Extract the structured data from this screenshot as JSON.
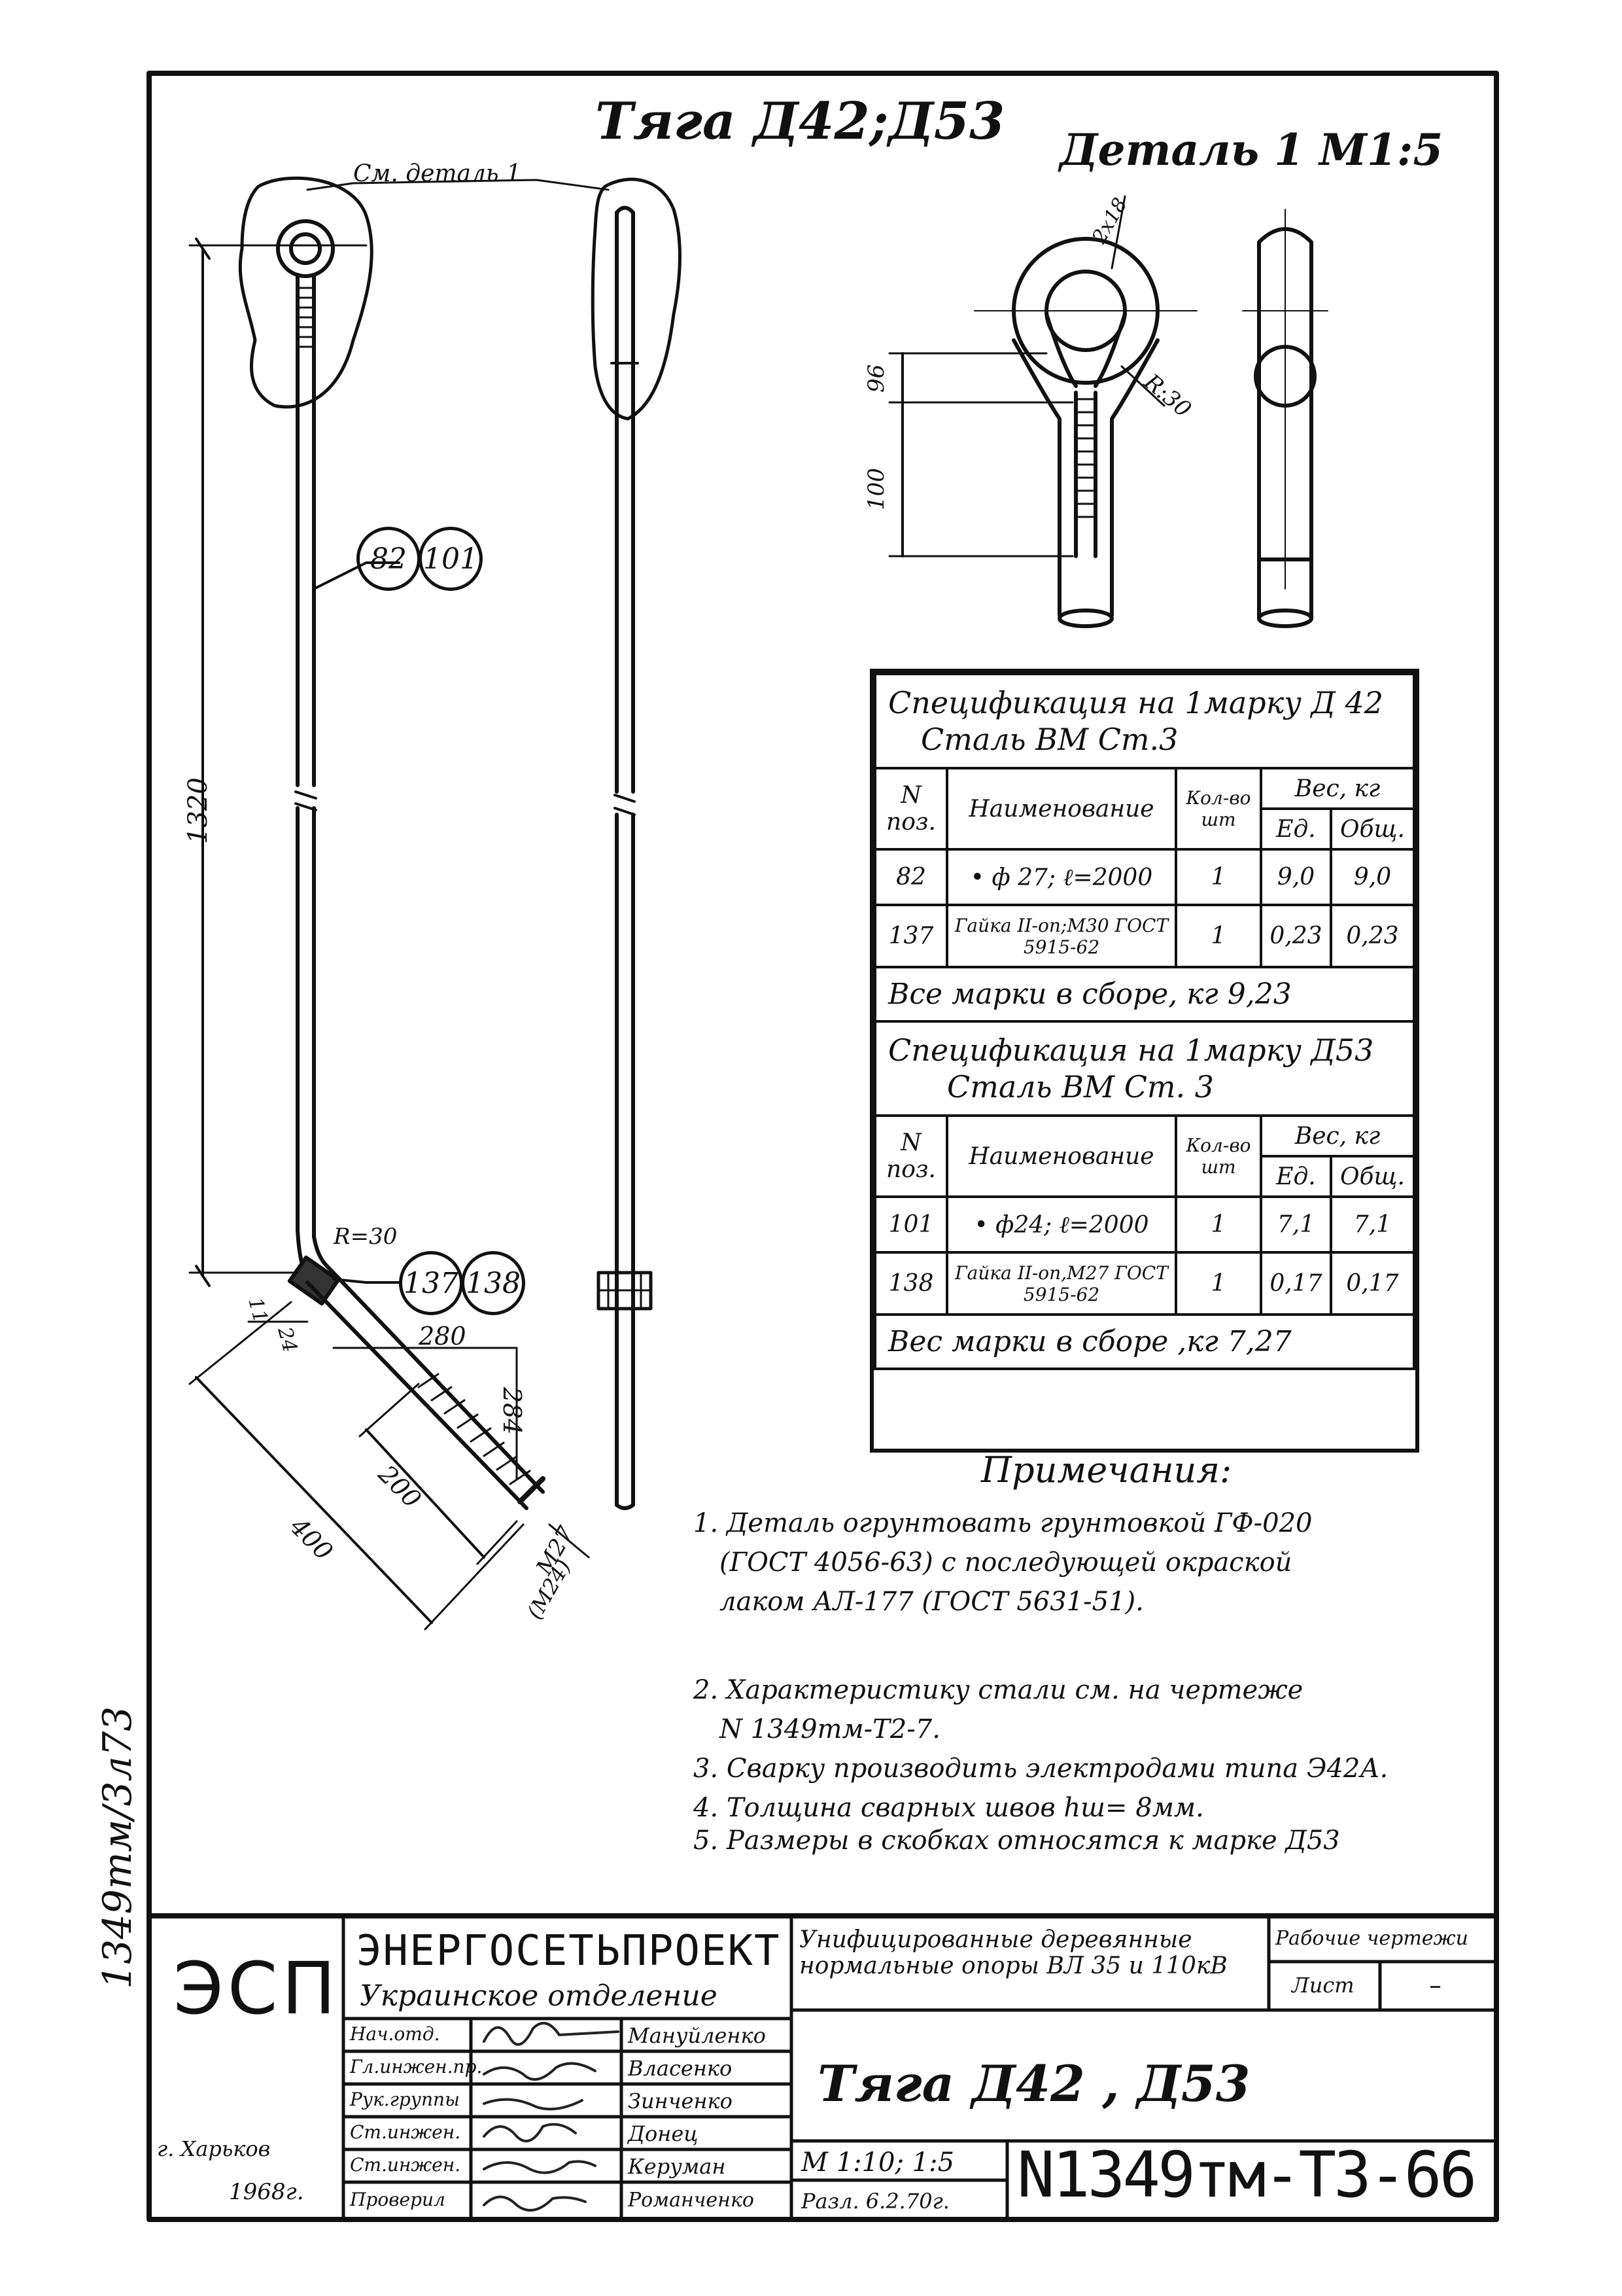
{
  "drawing": {
    "title": "Тяга Д42;Д53",
    "detail_title": "Деталь 1  М1:5",
    "see_detail": "См. деталь 1",
    "marks": {
      "rod": [
        "82",
        "101"
      ],
      "nut": [
        "137",
        "138"
      ]
    },
    "dims": {
      "rod_length": "1320",
      "radius_bend": "R=30",
      "d11": "11",
      "d24": "24",
      "d280": "280",
      "d284": "284",
      "d200": "200",
      "d400": "400",
      "thread": "М27",
      "thread_alt": "(М24)",
      "detail_2x18": "2х18",
      "detail_r30": "R:30",
      "detail_96": "96",
      "detail_100": "100"
    }
  },
  "spec_d42": {
    "caption_line1": "Спецификация на 1марку Д 42",
    "caption_line2": "Сталь  ВМ  Ст.3",
    "headers": {
      "pos": "N поз.",
      "name": "Наименование",
      "qty": "Кол-во шт",
      "weight": "Вес, кг",
      "unit": "Ед.",
      "total": "Общ."
    },
    "rows": [
      {
        "pos": "82",
        "name": "• ф 27; ℓ=2000",
        "qty": "1",
        "unit": "9,0",
        "total": "9,0"
      },
      {
        "pos": "137",
        "name": "Гайка II-оп;М30 ГОСТ 5915-62",
        "qty": "1",
        "unit": "0,23",
        "total": "0,23"
      }
    ],
    "total": "Все марки в сборе, кг  9,23"
  },
  "spec_d53": {
    "caption_line1": "Спецификация на 1марку Д53",
    "caption_line2": "Сталь  ВМ  Ст. 3",
    "headers": {
      "pos": "N поз.",
      "name": "Наименование",
      "qty": "Кол-во шт",
      "weight": "Вес, кг",
      "unit": "Ед.",
      "total": "Общ."
    },
    "rows": [
      {
        "pos": "101",
        "name": "• ф24; ℓ=2000",
        "qty": "1",
        "unit": "7,1",
        "total": "7,1"
      },
      {
        "pos": "138",
        "name": "Гайка II-оп,М27 ГОСТ 5915-62",
        "qty": "1",
        "unit": "0,17",
        "total": "0,17"
      }
    ],
    "total": "Вес марки в сборе ,кг   7,27"
  },
  "notes": {
    "heading": "Примечания:",
    "items": [
      "1. Деталь огрунтовать грунтовкой ГФ-020",
      "(ГОСТ 4056-63) с последующей окраской",
      "лаком АЛ-177 (ГОСТ 5631-51).",
      "2. Характеристику стали см. на чертеже",
      "N 1349тм-Т2-7.",
      "3. Сварку производить электродами типа Э42А.",
      "4. Толщина сварных швов hш= 8мм.",
      "5. Размеры в скобках относятся к марке Д53"
    ]
  },
  "side_stamp": "1349тм/3л73",
  "title_block": {
    "logo": "ЭСП",
    "org": "ЭНЕРГОСЕТЬПРОЕКТ",
    "org_sub": "Украинское отделение",
    "project": "Унифицированные деревянные нормальные опоры ВЛ 35 и 110кВ",
    "stage": "Рабочие чертежи",
    "sheet_label": "Лист",
    "sheet_value": "–",
    "drawing_name": "Тяга  Д42 , Д53",
    "scale": "М 1:10; 1:5",
    "developed": "Разл. 6.2.70г.",
    "number": "N1349тм-Т3-66",
    "city": "г. Харьков",
    "year": "1968г.",
    "staff": [
      {
        "role": "Нач.отд.",
        "name": "Мануйленко"
      },
      {
        "role": "Гл.инжен.пр.",
        "name": "Власенко"
      },
      {
        "role": "Рук.группы",
        "name": "Зинченко"
      },
      {
        "role": "Ст.инжен.",
        "name": "Донец"
      },
      {
        "role": "Ст.инжен.",
        "name": "Керуман"
      },
      {
        "role": "Проверил",
        "name": "Романченко"
      }
    ]
  }
}
